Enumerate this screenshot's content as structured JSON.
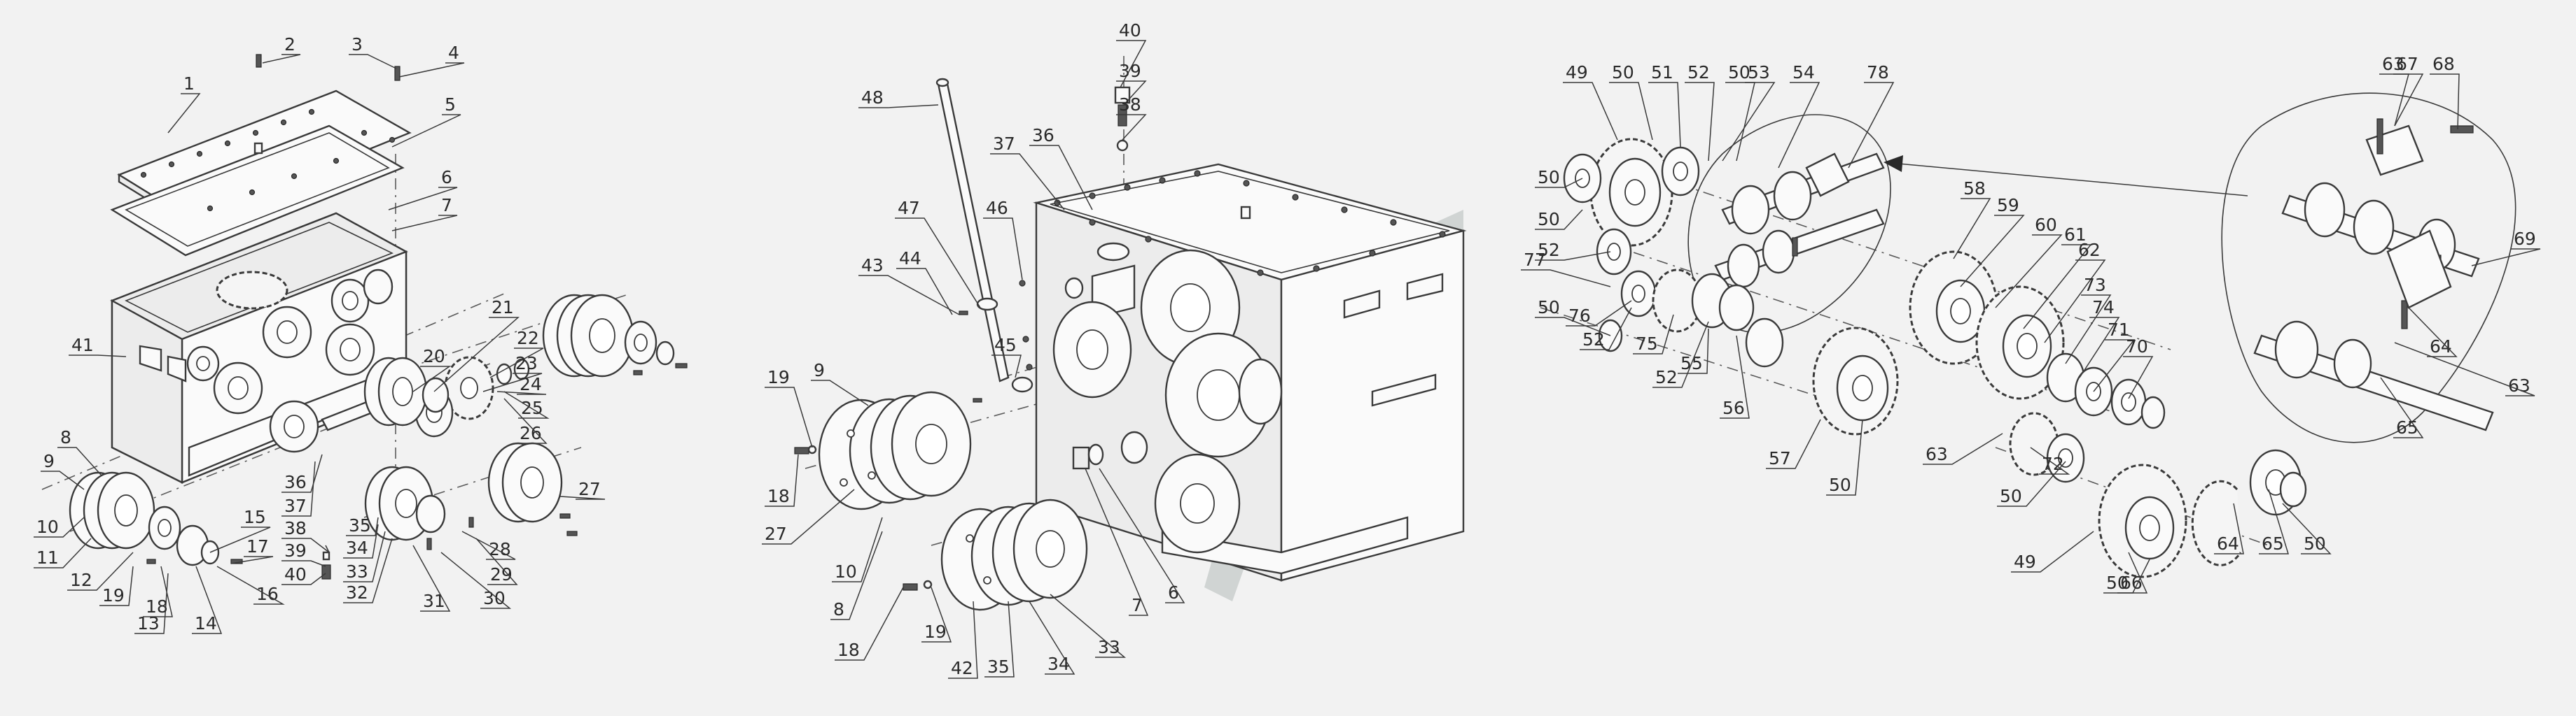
{
  "figure": {
    "watermark_icon": "winged-chevron-logo",
    "left_callouts": [
      "1",
      "2",
      "3",
      "4",
      "5",
      "6",
      "7",
      "41",
      "8",
      "9",
      "10",
      "11",
      "12",
      "13",
      "14",
      "15",
      "16",
      "17",
      "18",
      "19",
      "20",
      "21",
      "22",
      "23",
      "24",
      "25",
      "26",
      "27",
      "28",
      "29",
      "30",
      "31",
      "32",
      "33",
      "34",
      "35",
      "36",
      "37",
      "38",
      "39",
      "40"
    ],
    "middle_callouts": [
      "48",
      "37",
      "36",
      "40",
      "39",
      "38",
      "47",
      "46",
      "43",
      "44",
      "45",
      "19",
      "9",
      "18",
      "27",
      "10",
      "8",
      "19",
      "18",
      "42",
      "35",
      "34",
      "33",
      "7",
      "6"
    ],
    "right_callouts": [
      "49",
      "50",
      "51",
      "52",
      "53",
      "54",
      "78",
      "77",
      "76",
      "75",
      "55",
      "56",
      "57",
      "58",
      "59",
      "60",
      "61",
      "62",
      "73",
      "74",
      "71",
      "70",
      "72",
      "63",
      "64",
      "65",
      "66",
      "67",
      "68",
      "69"
    ]
  }
}
